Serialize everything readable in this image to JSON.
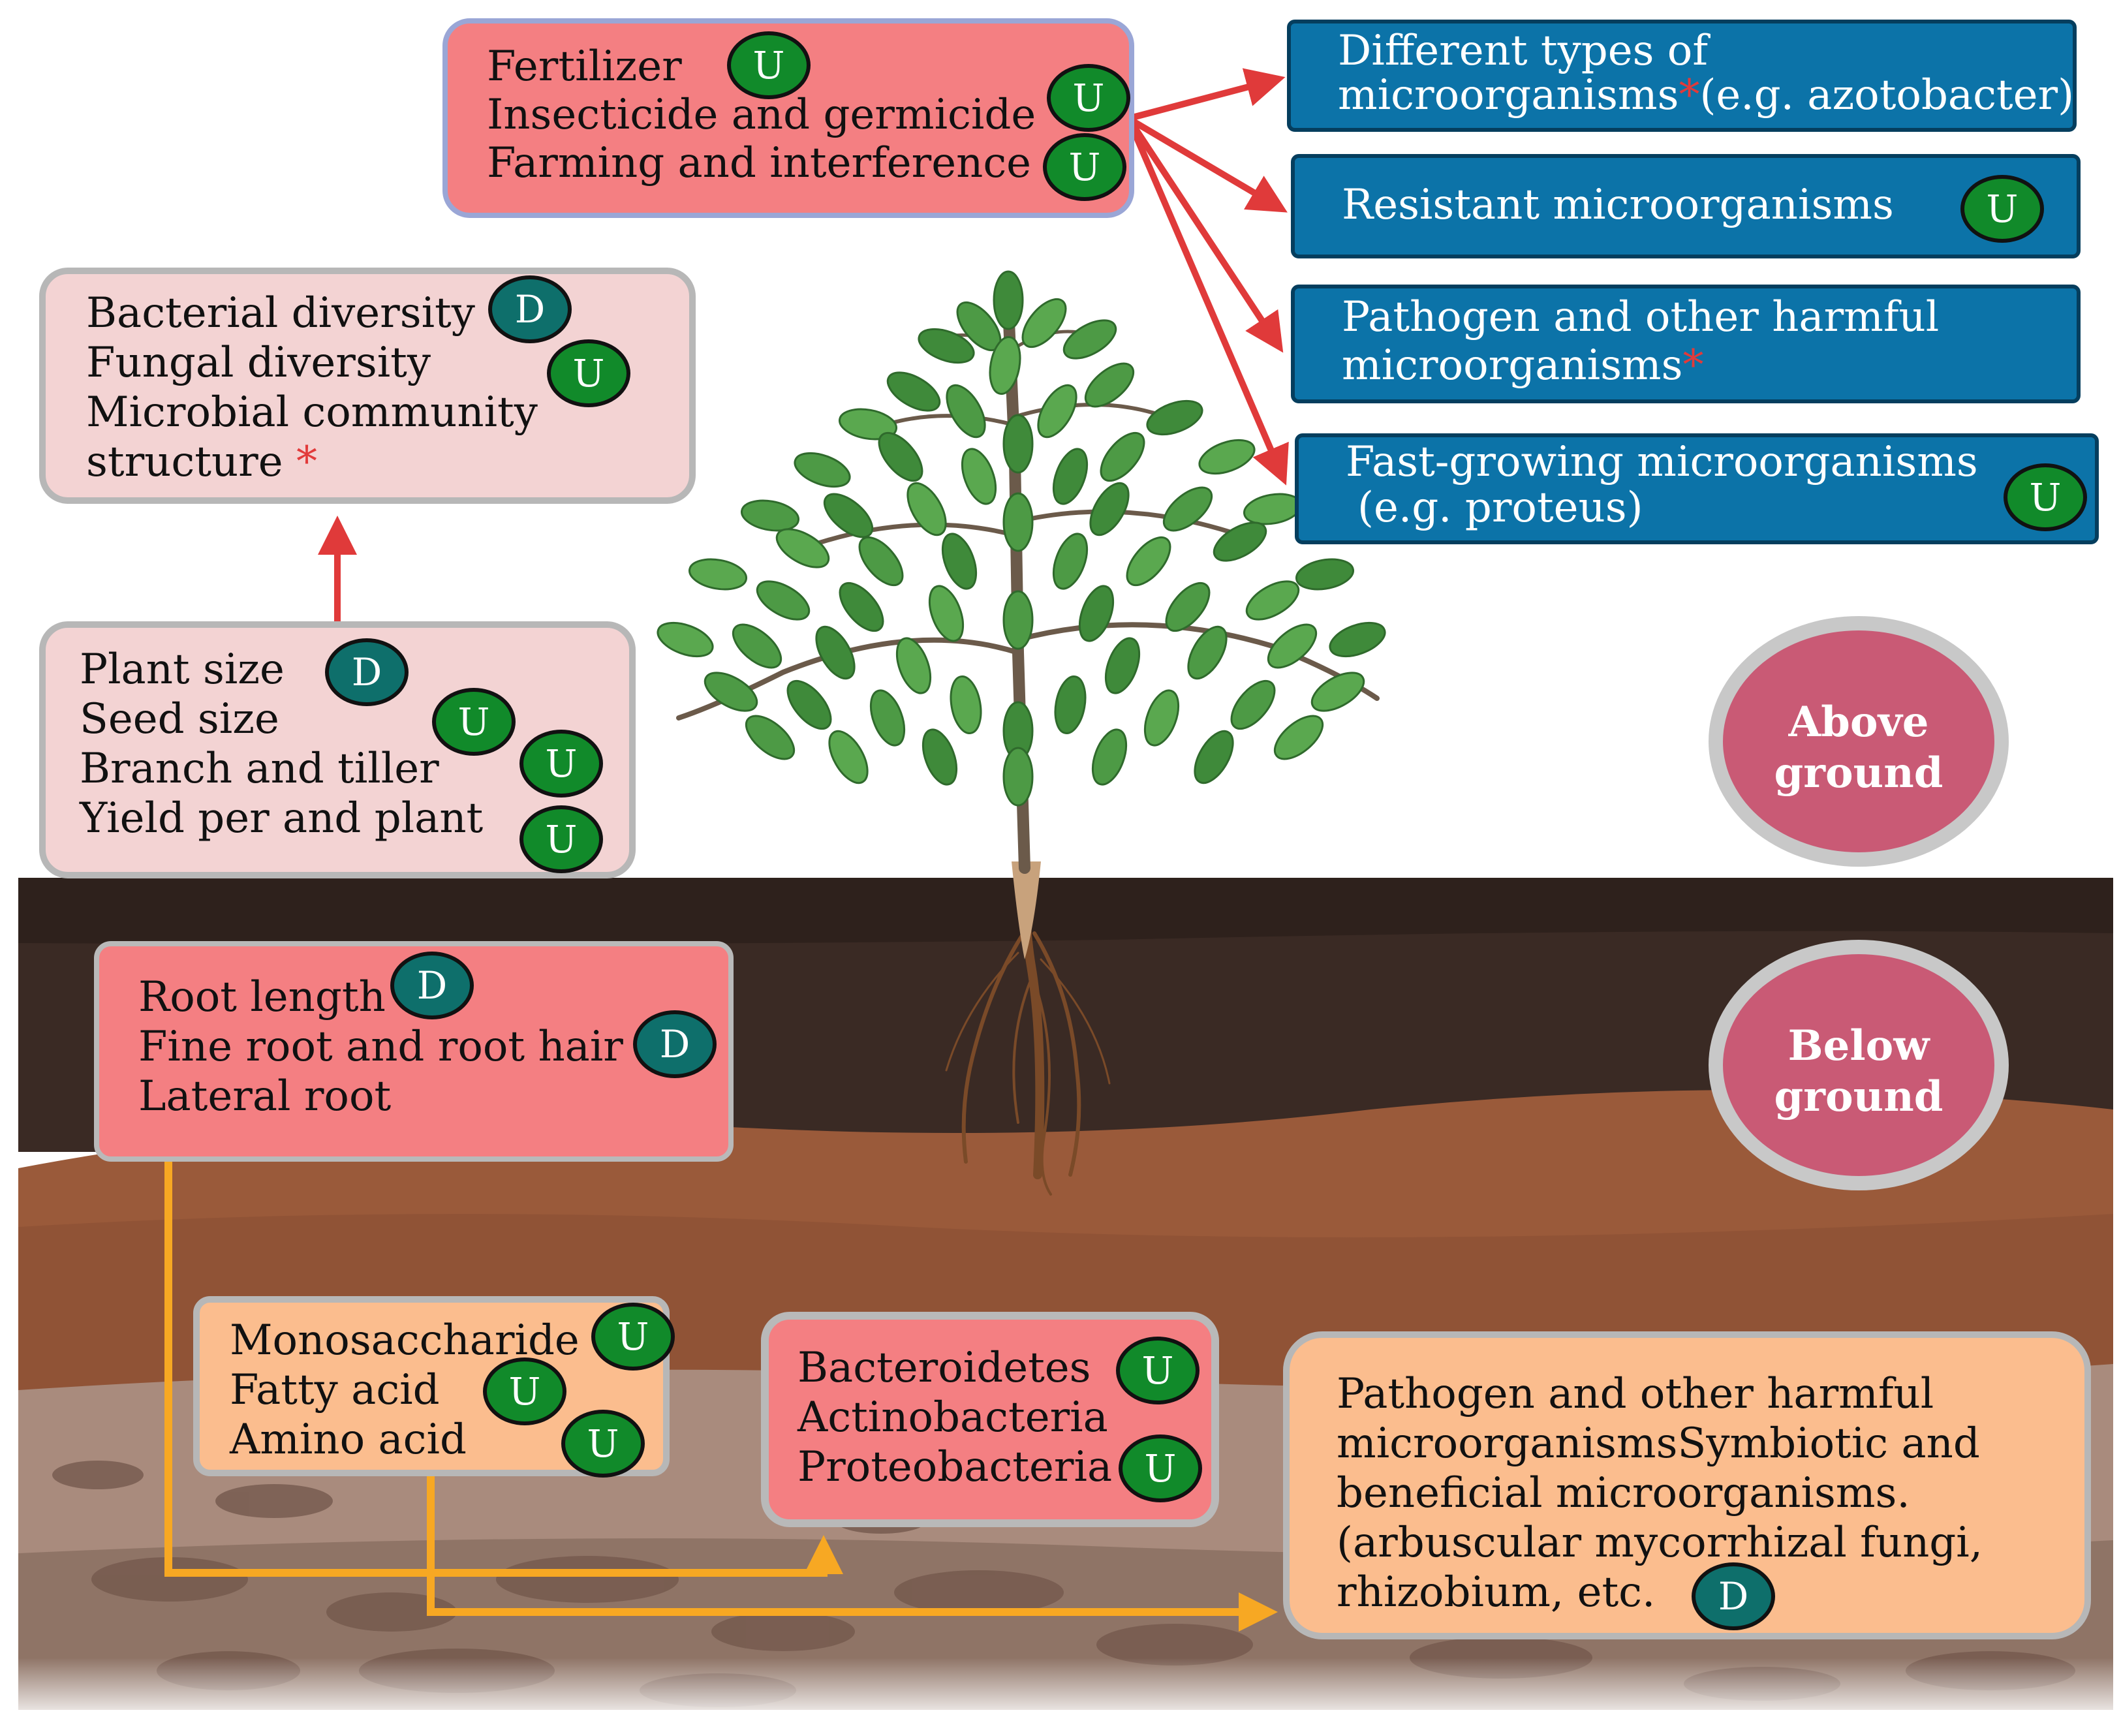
{
  "colors": {
    "u_badge": "#118a2a",
    "d_badge": "#0e6f6b",
    "red_arrow": "#e03a3a",
    "orange_arrow": "#f7a823",
    "blue_box": "#0c73a8",
    "asterisk": "#e23a3a"
  },
  "badges": {
    "up": "U",
    "down": "D"
  },
  "top_box": {
    "line1": "Fertilizer",
    "line2": "Insecticide and germicide",
    "line3": "Farming and interference"
  },
  "blue_boxes": {
    "types_line1": "Different types of",
    "types_line2": "microorganisms",
    "types_line2b": "(e.g. azotobacter)",
    "resistant": "Resistant microorganisms",
    "pathogen_line1": "Pathogen and other harmful",
    "pathogen_line2": "microorganisms",
    "fast_line1": "Fast-growing microorganisms",
    "fast_line2": "(e.g. proteus)"
  },
  "diversity_box": {
    "line1": "Bacterial diversity",
    "line2": "Fungal diversity",
    "line3": "Microbial community",
    "line4": "structure "
  },
  "plant_box": {
    "line1": "Plant size",
    "line2": "Seed size",
    "line3": "Branch and tiller",
    "line4": "Yield per and plant"
  },
  "root_box": {
    "line1": "Root length",
    "line2": "Fine root and root hair",
    "line3": "Lateral root"
  },
  "nutrients_box": {
    "line1": "Monosaccharide",
    "line2": "Fatty acid",
    "line3": "Amino acid"
  },
  "phyla_box": {
    "line1": "Bacteroidetes",
    "line2": "Actinobacteria",
    "line3": "Proteobacteria"
  },
  "microbes_box": {
    "line1": "Pathogen and other harmful",
    "line2": "microorganismsSymbiotic and",
    "line3": "beneficial microorganisms.",
    "line4": "(arbuscular mycorrhizal fungi,",
    "line5": "rhizobium, etc."
  },
  "labels": {
    "above_1": "Above",
    "above_2": "ground",
    "below_1": "Below",
    "below_2": "ground"
  },
  "asterisk": "*"
}
